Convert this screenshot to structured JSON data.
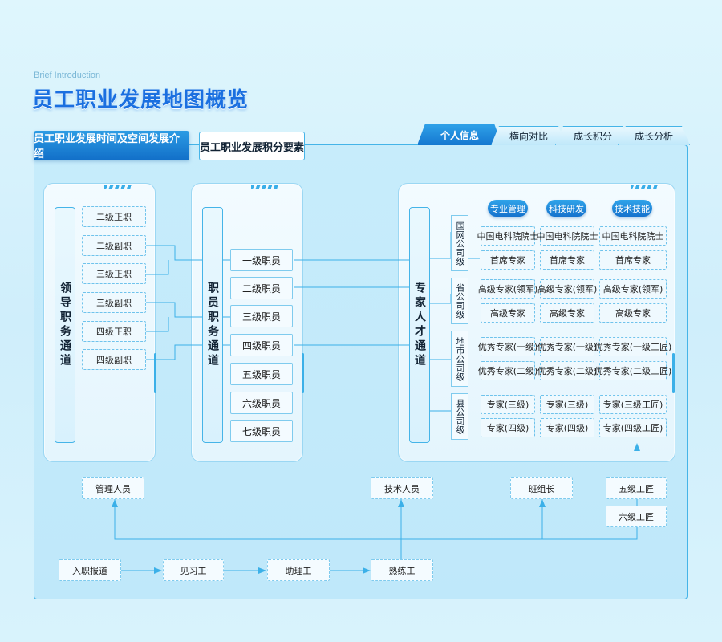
{
  "header": {
    "subtitle": "Brief Introduction",
    "title": "员工职业发展地图概览"
  },
  "tabs": {
    "left": "员工职业发展时间及空间发展介绍",
    "right": "员工职业发展积分要素"
  },
  "profile_tabs": [
    "个人信息",
    "横向对比",
    "成长积分",
    "成长分析"
  ],
  "leadership": {
    "title": "领导职务通道",
    "levels": [
      "二级正职",
      "二级副职",
      "三级正职",
      "三级副职",
      "四级正职",
      "四级副职"
    ]
  },
  "staff": {
    "title": "职员职务通道",
    "levels": [
      "一级职员",
      "二级职员",
      "三级职员",
      "四级职员",
      "五级职员",
      "六级职员",
      "七级职员"
    ]
  },
  "expert": {
    "title": "专家人才通道",
    "columns": [
      "专业管理",
      "科技研发",
      "技术技能"
    ],
    "groups": [
      {
        "name": "国网公司级",
        "rows": [
          [
            "中国电科院院士",
            "中国电科院院士",
            "中国电科院院士"
          ],
          [
            "首席专家",
            "首席专家",
            "首席专家"
          ]
        ]
      },
      {
        "name": "省公司级",
        "rows": [
          [
            "高级专家(领军)",
            "高级专家(领军)",
            "高级专家(领军)"
          ],
          [
            "高级专家",
            "高级专家",
            "高级专家"
          ]
        ]
      },
      {
        "name": "地市公司级",
        "rows": [
          [
            "优秀专家(一级)",
            "优秀专家(一级)",
            "优秀专家(一级工匠)"
          ],
          [
            "优秀专家(二级)",
            "优秀专家(二级)",
            "优秀专家(二级工匠)"
          ]
        ]
      },
      {
        "name": "县公司级",
        "rows": [
          [
            "专家(三级)",
            "专家(三级)",
            "专家(三级工匠)"
          ],
          [
            "专家(四级)",
            "专家(四级)",
            "专家(四级工匠)"
          ]
        ]
      }
    ]
  },
  "roles": [
    "管理人员",
    "技术人员",
    "班组长",
    "五级工匠",
    "六级工匠"
  ],
  "flow": [
    "入职报道",
    "见习工",
    "助理工",
    "熟练工"
  ],
  "colors": {
    "accent": "#1a6fe0",
    "line": "#3bb0e8",
    "border": "#45b4e8"
  }
}
